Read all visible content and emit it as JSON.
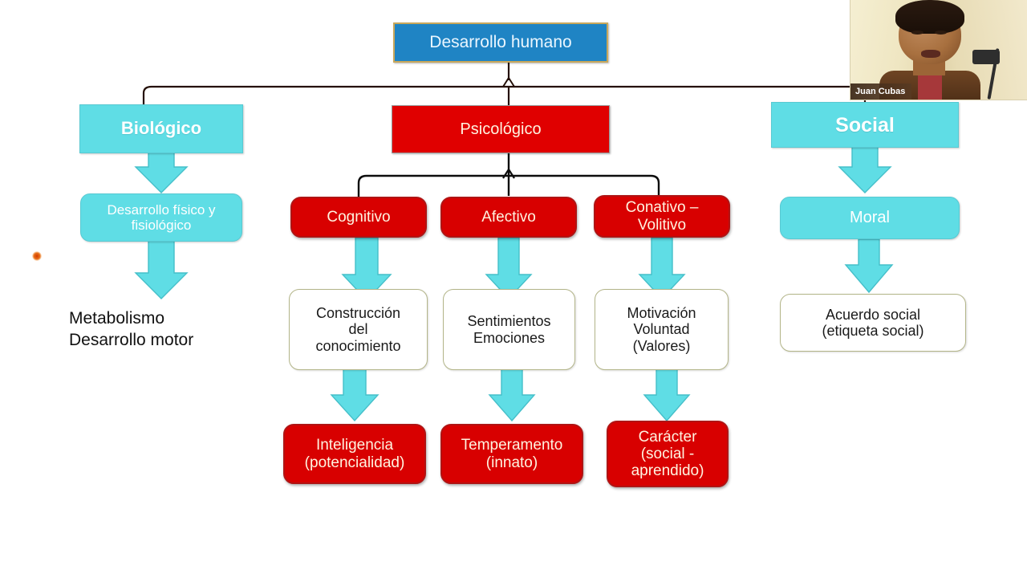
{
  "slide": {
    "title": "Desarrollo humano"
  },
  "nodes": {
    "root": {
      "label": "Desarrollo humano"
    },
    "biologico": {
      "label": "Biológico"
    },
    "psicologico": {
      "label": "Psicológico"
    },
    "social": {
      "label": "Social"
    },
    "desarrollo_fisico": {
      "line1": "Desarrollo físico y",
      "line2": "fisiológico"
    },
    "metabolismo": {
      "line1": "Metabolismo",
      "line2": "Desarrollo motor"
    },
    "cognitivo": {
      "label": "Cognitivo"
    },
    "afectivo": {
      "label": "Afectivo"
    },
    "conativo": {
      "line1": "Conativo –",
      "line2": "Volitivo"
    },
    "moral": {
      "label": "Moral"
    },
    "construccion": {
      "line1": "Construcción",
      "line2": "del",
      "line3": "conocimiento"
    },
    "sentimientos": {
      "line1": "Sentimientos",
      "line2": "Emociones"
    },
    "motivacion": {
      "line1": "Motivación",
      "line2": "Voluntad",
      "line3": "(Valores)"
    },
    "acuerdo_social": {
      "line1": "Acuerdo social",
      "line2": "(etiqueta social)"
    },
    "inteligencia": {
      "line1": "Inteligencia",
      "line2": "(potencialidad)"
    },
    "temperamento": {
      "line1": "Temperamento",
      "line2": "(innato)"
    },
    "caracter": {
      "line1": "Carácter",
      "line2": "(social -",
      "line3": "aprendido)"
    }
  },
  "video": {
    "participant_name": "Juan Cubas"
  },
  "colors": {
    "root_blue": "#1F84C4",
    "root_border_gold": "#C8A75B",
    "cyan": "#5FDDE5",
    "red": "#D80000",
    "red_flat": "#E00000",
    "cream_text": "#FFF3E0",
    "white_box_border": "#B3B589",
    "connector": "#241008",
    "connector_sub": "#0D0D0D",
    "cursor_dot": "#D23A00"
  }
}
